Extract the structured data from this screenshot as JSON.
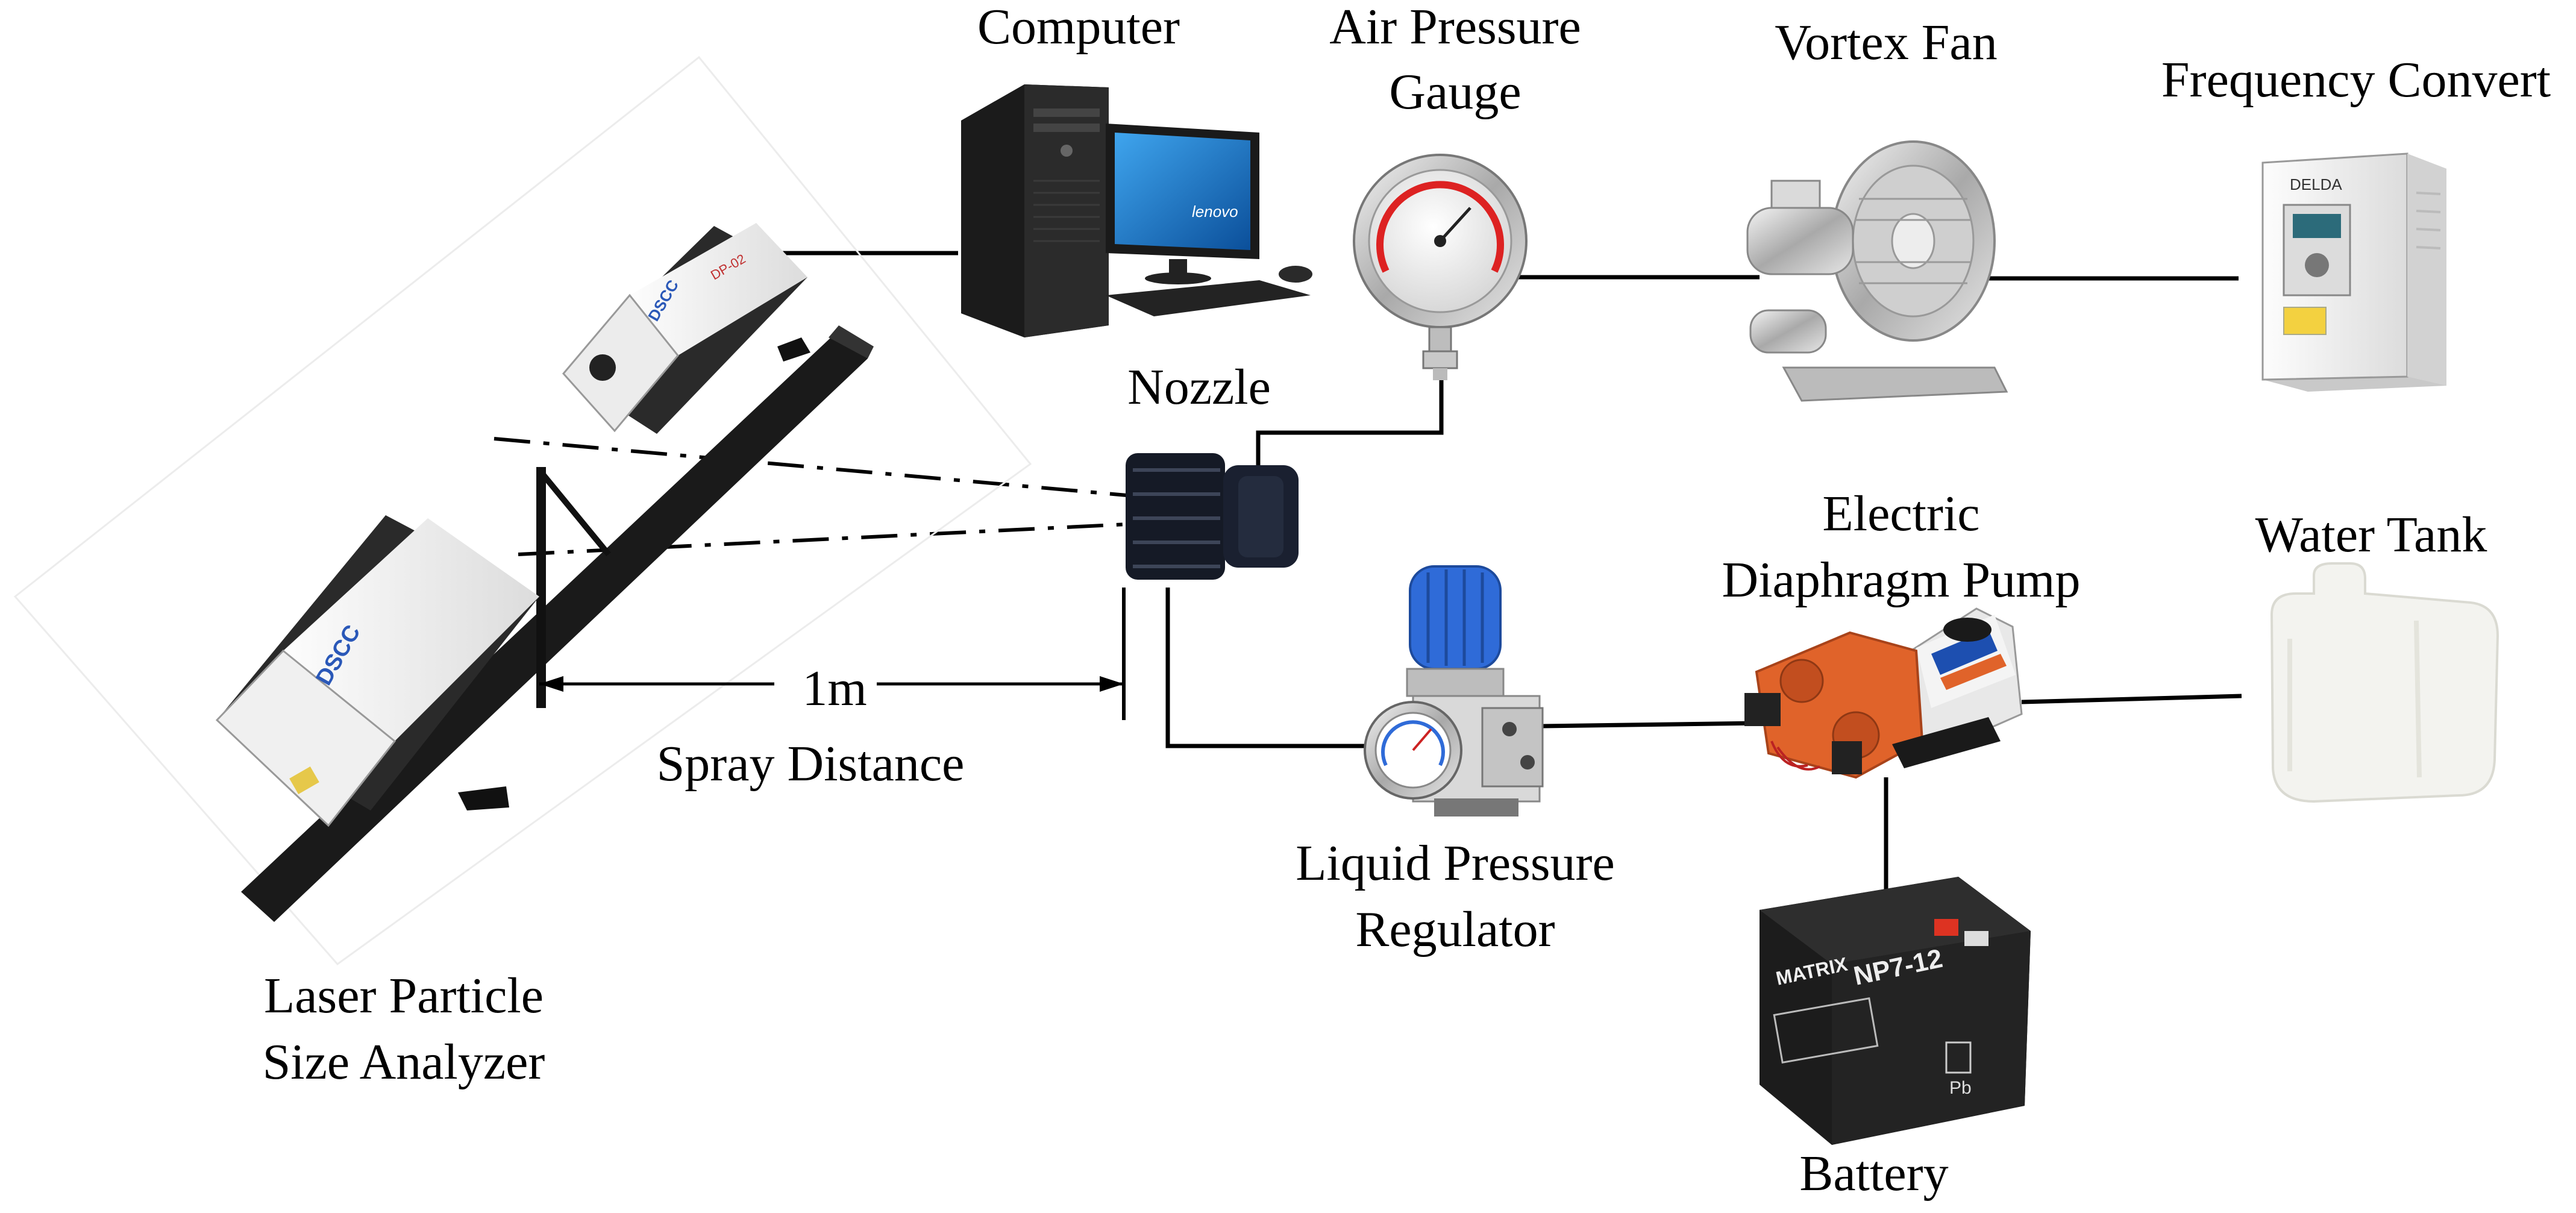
{
  "labels": {
    "computer": "Computer",
    "air_gauge_line1": "Air Pressure",
    "air_gauge_line2": "Gauge",
    "vortex_fan": "Vortex Fan",
    "frequency_convert": "Frequency Convert",
    "nozzle": "Nozzle",
    "electric_pump_line1": "Electric",
    "electric_pump_line2": "Diaphragm Pump",
    "water_tank": "Water Tank",
    "distance_value": "1m",
    "spray_distance": "Spray Distance",
    "liquid_regulator_line1": "Liquid Pressure",
    "liquid_regulator_line2": "Regulator",
    "laser_line1": "Laser Particle",
    "laser_line2": "Size Analyzer",
    "battery": "Battery"
  },
  "device_markings": {
    "monitor_brand": "lenovo",
    "analyzer_brand": "DSCC",
    "analyzer_model": "DP-02",
    "inverter_brand": "DELDA",
    "battery_brand": "MATRIX",
    "battery_model": "NP7-12",
    "battery_chem": "Pb"
  },
  "colors": {
    "blue_knob": "#2f6bd8",
    "pump_orange": "#e0632a",
    "monitor_screen": "#1c78c8"
  }
}
